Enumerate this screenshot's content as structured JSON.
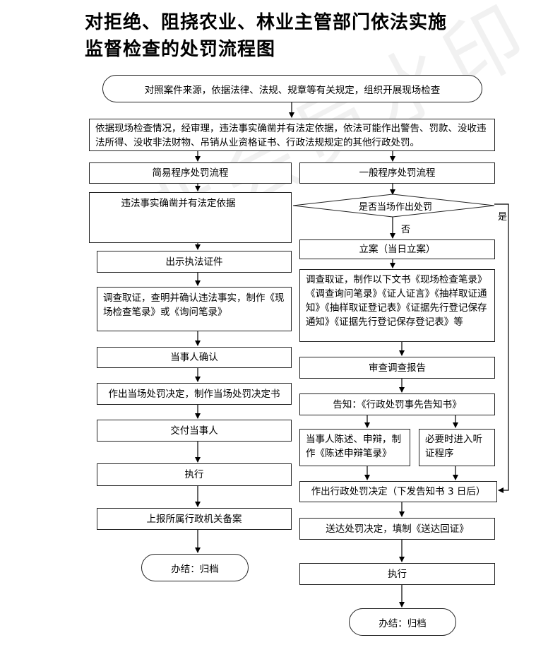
{
  "title": {
    "line1": "对拒绝、阻挠农业、林业主管部门依法实施",
    "line2": "监督检查的处罚流程图"
  },
  "nodes": {
    "start": "对照案件来源，依据法律、法规、规章等有关规定，组织开展现场检查",
    "review": "依据现场检查情况，经审理，违法事实确凿并有法定依据，依法可能作出警告、罚款、没收违法所得、没收非法财物、吊销从业资格证书、行政法规规定的其他行政处罚。",
    "simple_proc": "简易程序处罚流程",
    "general_proc": "一般程序处罚流程",
    "simple_fact": "违法事实确凿并有法定依据",
    "decision_onsite": "是否当场作出处罚",
    "show_cert": "出示执法证件",
    "investigate_simple": "调查取证，查明并确认违法事实，制作《现场检查笔录》或《询问笔录》",
    "party_confirm": "当事人确认",
    "onsite_decision": "作出当场处罚决定，制作当场处罚决定书",
    "deliver_party": "交付当事人",
    "execute_simple": "执行",
    "report_record": "上报所属行政机关备案",
    "end_simple": "办结：归档",
    "register_case": "立案（当日立案）",
    "investigate_general": "调查取证，制作以下文书《现场检查笔录》《调查询问笔录》《证人证言》《抽样取证通知》《抽样取证登记表》《证据先行登记保存通知》《证据先行登记保存登记表》等",
    "review_report": "审查调查报告",
    "notify": "告知：《行政处罚事先告知书》",
    "statement": "当事人陈述、申辩，制作《陈述申辩笔录》",
    "hearing": "必要时进入听证程序",
    "make_decision": "作出行政处罚决定（下发告知书 3 日后）",
    "serve_decision": "送达处罚决定，填制《送达回证》",
    "execute_general": "执行",
    "end_general": "办结：归档"
  },
  "edge_labels": {
    "yes": "是",
    "no": "否"
  }
}
